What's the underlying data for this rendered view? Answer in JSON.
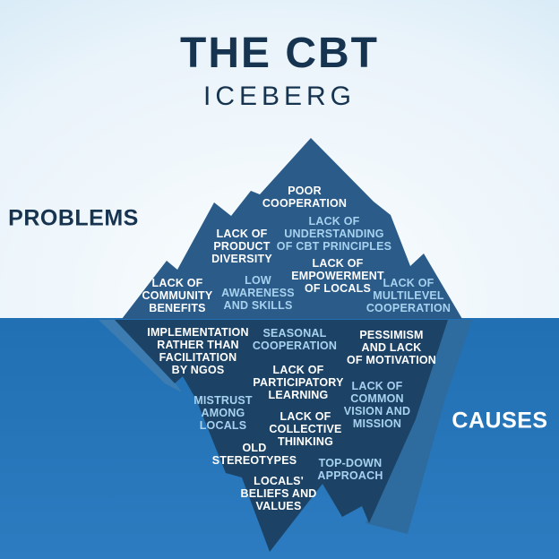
{
  "title": {
    "main": "THE CBT",
    "sub": "ICEBERG"
  },
  "section_labels": {
    "problems": "PROBLEMS",
    "causes": "CAUSES"
  },
  "colors": {
    "sky_corner": "#c0e0f2",
    "sky_mid": "#e9f3fa",
    "sky_center": "#fafdfe",
    "water_top": "#2170b3",
    "water_bottom": "#2d7bc0",
    "berg_above": "#2b5b89",
    "berg_below": "#1c4366",
    "facet_left": "#3c7cb1",
    "facet_right": "#2e6b9f",
    "title_navy": "#16334f",
    "text_white": "#ffffff",
    "text_lightblue": "#a7d2ef"
  },
  "problems": [
    {
      "text": "POOR\nCOOPERATION",
      "tone": "white"
    },
    {
      "text": "LACK OF\nUNDERSTANDING\nOF CBT PRINCIPLES",
      "tone": "lightblue"
    },
    {
      "text": "LACK OF\nPRODUCT\nDIVERSITY",
      "tone": "white"
    },
    {
      "text": "LACK OF\nEMPOWERMENT\nOF LOCALS",
      "tone": "white"
    },
    {
      "text": "LACK OF\nMULTILEVEL\nCOOPERATION",
      "tone": "lightblue"
    },
    {
      "text": "LACK OF\nCOMMUNITY\nBENEFITS",
      "tone": "white"
    },
    {
      "text": "LOW\nAWARENESS\nAND SKILLS",
      "tone": "lightblue"
    }
  ],
  "causes": [
    {
      "text": "IMPLEMENTATION\nRATHER THAN\nFACILITATION\nBY NGOS",
      "tone": "white"
    },
    {
      "text": "SEASONAL\nCOOPERATION",
      "tone": "lightblue"
    },
    {
      "text": "PESSIMISM\nAND LACK\nOF MOTIVATION",
      "tone": "white"
    },
    {
      "text": "LACK OF\nPARTICIPATORY\nLEARNING",
      "tone": "white"
    },
    {
      "text": "LACK OF\nCOMMON\nVISION AND\nMISSION",
      "tone": "lightblue"
    },
    {
      "text": "MISTRUST\nAMONG\nLOCALS",
      "tone": "lightblue"
    },
    {
      "text": "LACK OF\nCOLLECTIVE\nTHINKING",
      "tone": "white"
    },
    {
      "text": "OLD\nSTEREOTYPES",
      "tone": "white"
    },
    {
      "text": "TOP-DOWN\nAPPROACH",
      "tone": "lightblue"
    },
    {
      "text": "LOCALS'\nBELIEFS AND\nVALUES",
      "tone": "white"
    }
  ]
}
